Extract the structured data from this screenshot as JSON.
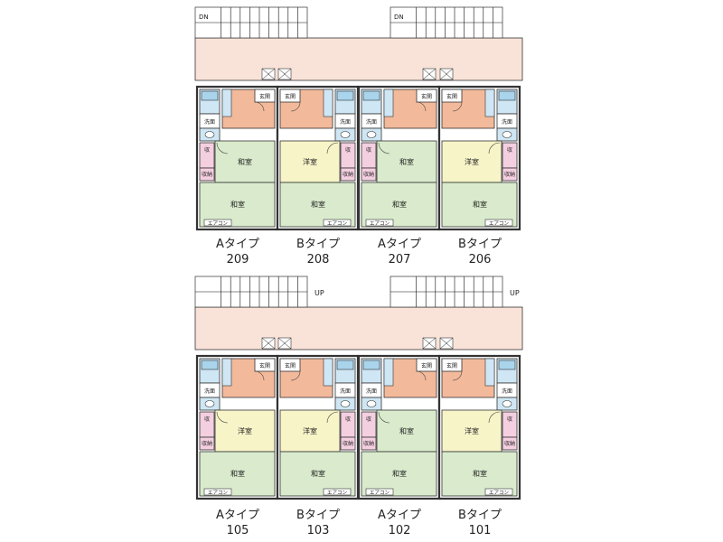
{
  "colors": {
    "balcony": "#f9e3d8",
    "entry": "#f2b99b",
    "bath": "#cfe7f4",
    "washitsu": "#d9ebcc",
    "youshitsu": "#f7f4c8",
    "storage": "#f4cfe0",
    "wall": "#111111"
  },
  "stairs": {
    "upper": "DN",
    "lower": "UP"
  },
  "room_labels": {
    "entry": "玄関",
    "wash": "洗面",
    "storage_short": "収",
    "storage": "収納",
    "washitsu": "和室",
    "youshitsu": "洋室",
    "aircon": "エアコン"
  },
  "units": [
    {
      "type": "Aタイプ",
      "number": "209",
      "mid_room": "和室"
    },
    {
      "type": "Bタイプ",
      "number": "208",
      "mid_room": "洋室"
    },
    {
      "type": "Aタイプ",
      "number": "207",
      "mid_room": "和室"
    },
    {
      "type": "Bタイプ",
      "number": "206",
      "mid_room": "洋室"
    },
    {
      "type": "Aタイプ",
      "number": "105",
      "mid_room": "洋室"
    },
    {
      "type": "Bタイプ",
      "number": "103",
      "mid_room": "洋室"
    },
    {
      "type": "Aタイプ",
      "number": "102",
      "mid_room": "和室"
    },
    {
      "type": "Bタイプ",
      "number": "101",
      "mid_room": "洋室"
    }
  ]
}
